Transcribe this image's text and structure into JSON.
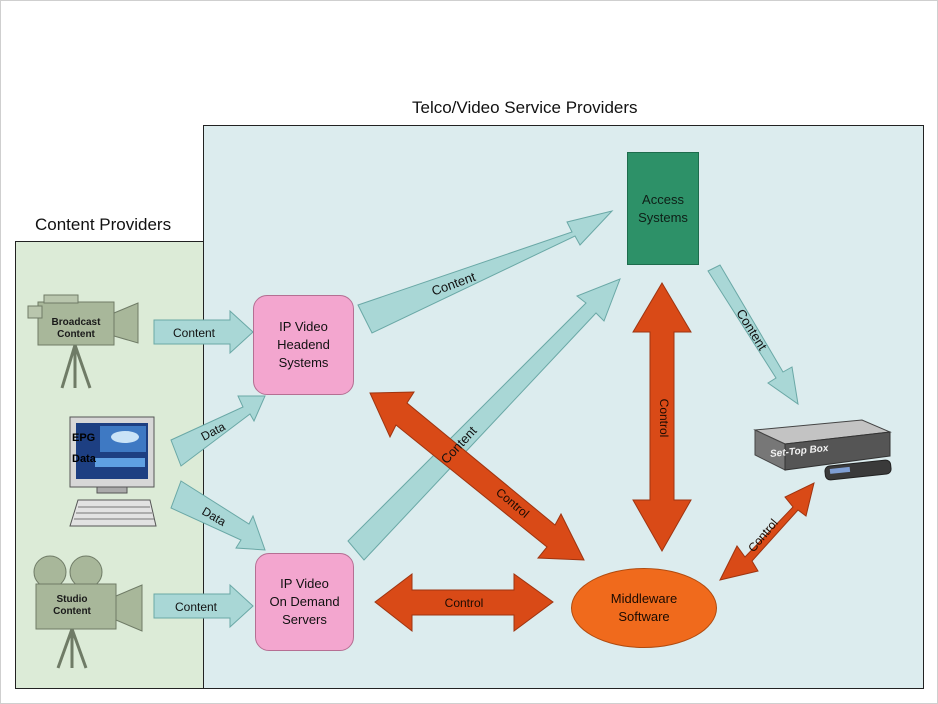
{
  "regions": {
    "content_providers": "Content Providers",
    "telco": "Telco/Video Service Providers"
  },
  "sources": {
    "broadcast": "Broadcast\nContent",
    "epg_line1": "EPG",
    "epg_line2": "Data",
    "studio": "Studio\nContent"
  },
  "nodes": {
    "headend": "IP Video\nHeadend\nSystems",
    "vod": "IP Video\nOn Demand\nServers",
    "access": "Access\nSystems",
    "middleware": "Middleware\nSoftware",
    "settopbox": "Set-Top Box"
  },
  "arrows": {
    "broadcast_to_headend": "Content",
    "epg_to_headend": "Data",
    "epg_to_vod": "Data",
    "studio_to_vod": "Content",
    "headend_to_access": "Content",
    "vod_to_access": "Content",
    "access_to_stb": "Content",
    "access_middleware": "Control",
    "headend_middleware": "Control",
    "vod_middleware": "Control",
    "middleware_stb": "Control"
  },
  "colors": {
    "content_region": "#dcebd7",
    "telco_region": "#dcecee",
    "content_arrow": "#a9d7d6",
    "control_arrow": "#d94a17",
    "node_pink": "#f3a6cf",
    "node_green": "#2d9168",
    "node_orange": "#f06a1c"
  }
}
